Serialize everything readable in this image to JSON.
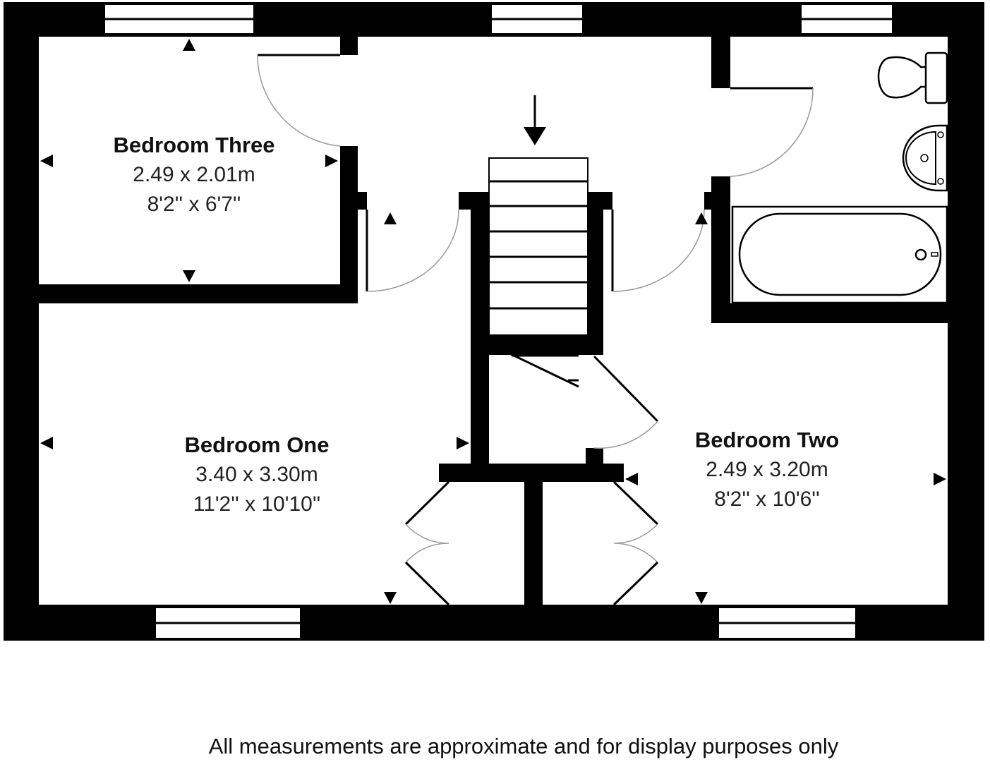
{
  "rooms": {
    "bedroom_three": {
      "name": "Bedroom Three",
      "metric": "2.49 x 2.01m",
      "imperial": "8'2'' x 6'7''"
    },
    "bedroom_one": {
      "name": "Bedroom One",
      "metric": "3.40 x 3.30m",
      "imperial": "11'2'' x 10'10''"
    },
    "bedroom_two": {
      "name": "Bedroom Two",
      "metric": "2.49 x 3.20m",
      "imperial": "8'2'' x 10'6''"
    }
  },
  "footer": {
    "disclaimer": "All measurements are approximate and for display purposes only"
  },
  "colors": {
    "wall": "#000000",
    "background": "#ffffff"
  }
}
